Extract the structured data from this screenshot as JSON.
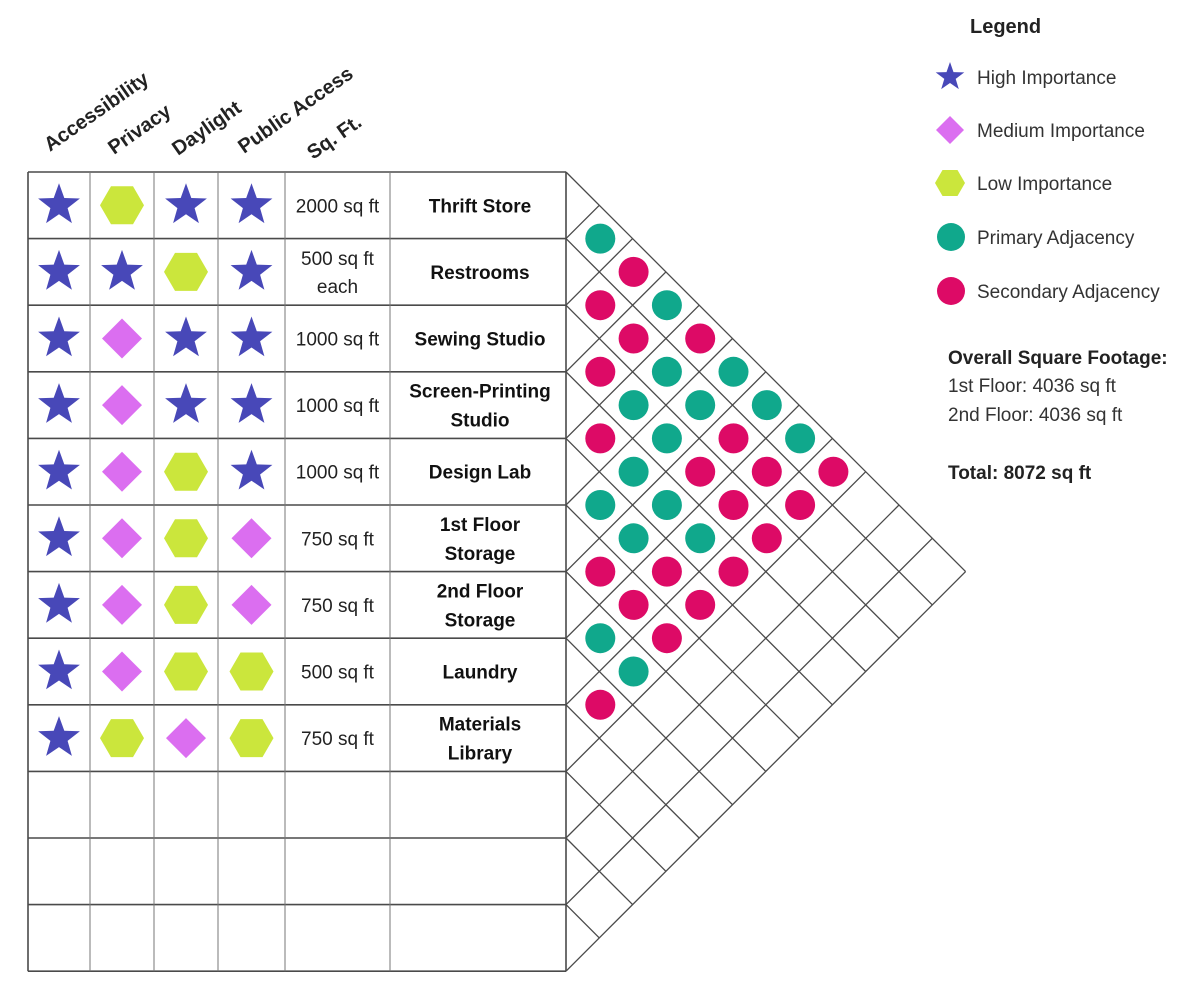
{
  "column_headers": [
    "Accessibility",
    "Privacy",
    "Daylight",
    "Public Access",
    "Sq. Ft."
  ],
  "symbols": {
    "high": {
      "label": "High Importance",
      "color": "#4848b8",
      "shape": "star"
    },
    "medium": {
      "label": "Medium Importance",
      "color": "#db6ef0",
      "shape": "diamond"
    },
    "low": {
      "label": "Low Importance",
      "color": "#cbe63c",
      "shape": "hexagon"
    },
    "primary": {
      "label": "Primary Adjacency",
      "color": "#10a88c",
      "shape": "circle"
    },
    "secondary": {
      "label": "Secondary Adjacency",
      "color": "#dd0a66",
      "shape": "circle"
    }
  },
  "legend": {
    "title": "Legend",
    "order": [
      "high",
      "medium",
      "low",
      "primary",
      "secondary"
    ]
  },
  "rows": [
    {
      "name": [
        "Thrift Store"
      ],
      "sqft": [
        "2000 sq ft"
      ],
      "ratings": [
        "high",
        "low",
        "high",
        "high"
      ]
    },
    {
      "name": [
        "Restrooms"
      ],
      "sqft": [
        "500 sq ft",
        "each"
      ],
      "ratings": [
        "high",
        "high",
        "low",
        "high"
      ]
    },
    {
      "name": [
        "Sewing Studio"
      ],
      "sqft": [
        "1000 sq ft"
      ],
      "ratings": [
        "high",
        "medium",
        "high",
        "high"
      ]
    },
    {
      "name": [
        "Screen-Printing",
        "Studio"
      ],
      "sqft": [
        "1000 sq ft"
      ],
      "ratings": [
        "high",
        "medium",
        "high",
        "high"
      ]
    },
    {
      "name": [
        "Design Lab"
      ],
      "sqft": [
        "1000 sq ft"
      ],
      "ratings": [
        "high",
        "medium",
        "low",
        "high"
      ]
    },
    {
      "name": [
        "1st Floor",
        "Storage"
      ],
      "sqft": [
        "750 sq ft"
      ],
      "ratings": [
        "high",
        "medium",
        "low",
        "medium"
      ]
    },
    {
      "name": [
        "2nd Floor",
        "Storage"
      ],
      "sqft": [
        "750 sq ft"
      ],
      "ratings": [
        "high",
        "medium",
        "low",
        "medium"
      ]
    },
    {
      "name": [
        "Laundry"
      ],
      "sqft": [
        "500 sq ft"
      ],
      "ratings": [
        "high",
        "medium",
        "low",
        "low"
      ]
    },
    {
      "name": [
        "Materials",
        "Library"
      ],
      "sqft": [
        "750 sq ft"
      ],
      "ratings": [
        "high",
        "low",
        "medium",
        "low"
      ]
    },
    {
      "name": [],
      "sqft": [],
      "ratings": [
        "",
        "",
        "",
        ""
      ]
    },
    {
      "name": [],
      "sqft": [],
      "ratings": [
        "",
        "",
        "",
        ""
      ]
    },
    {
      "name": [],
      "sqft": [],
      "ratings": [
        "",
        "",
        "",
        ""
      ]
    }
  ],
  "adjacency": [
    {
      "pair": [
        1,
        2
      ],
      "type": "primary"
    },
    {
      "pair": [
        2,
        3
      ],
      "type": "secondary"
    },
    {
      "pair": [
        3,
        4
      ],
      "type": "secondary"
    },
    {
      "pair": [
        4,
        5
      ],
      "type": "secondary"
    },
    {
      "pair": [
        5,
        6
      ],
      "type": "primary"
    },
    {
      "pair": [
        6,
        7
      ],
      "type": "secondary"
    },
    {
      "pair": [
        7,
        8
      ],
      "type": "primary"
    },
    {
      "pair": [
        8,
        9
      ],
      "type": "secondary"
    },
    {
      "pair": [
        1,
        3
      ],
      "type": "secondary"
    },
    {
      "pair": [
        2,
        4
      ],
      "type": "secondary"
    },
    {
      "pair": [
        3,
        5
      ],
      "type": "primary"
    },
    {
      "pair": [
        4,
        6
      ],
      "type": "primary"
    },
    {
      "pair": [
        5,
        7
      ],
      "type": "primary"
    },
    {
      "pair": [
        6,
        8
      ],
      "type": "secondary"
    },
    {
      "pair": [
        7,
        9
      ],
      "type": "primary"
    },
    {
      "pair": [
        1,
        4
      ],
      "type": "primary"
    },
    {
      "pair": [
        2,
        5
      ],
      "type": "primary"
    },
    {
      "pair": [
        3,
        6
      ],
      "type": "primary"
    },
    {
      "pair": [
        4,
        7
      ],
      "type": "primary"
    },
    {
      "pair": [
        5,
        8
      ],
      "type": "secondary"
    },
    {
      "pair": [
        6,
        9
      ],
      "type": "secondary"
    },
    {
      "pair": [
        1,
        5
      ],
      "type": "secondary"
    },
    {
      "pair": [
        2,
        6
      ],
      "type": "primary"
    },
    {
      "pair": [
        3,
        7
      ],
      "type": "secondary"
    },
    {
      "pair": [
        4,
        8
      ],
      "type": "primary"
    },
    {
      "pair": [
        5,
        9
      ],
      "type": "secondary"
    },
    {
      "pair": [
        1,
        6
      ],
      "type": "primary"
    },
    {
      "pair": [
        2,
        7
      ],
      "type": "secondary"
    },
    {
      "pair": [
        3,
        8
      ],
      "type": "secondary"
    },
    {
      "pair": [
        4,
        9
      ],
      "type": "secondary"
    },
    {
      "pair": [
        1,
        7
      ],
      "type": "primary"
    },
    {
      "pair": [
        2,
        8
      ],
      "type": "secondary"
    },
    {
      "pair": [
        3,
        9
      ],
      "type": "secondary"
    },
    {
      "pair": [
        1,
        8
      ],
      "type": "primary"
    },
    {
      "pair": [
        2,
        9
      ],
      "type": "secondary"
    },
    {
      "pair": [
        1,
        9
      ],
      "type": "secondary"
    }
  ],
  "summary": {
    "title": "Overall Square Footage:",
    "lines": [
      "1st Floor: 4036 sq ft",
      "2nd Floor: 4036 sq ft"
    ],
    "total": "Total: 8072 sq ft"
  }
}
